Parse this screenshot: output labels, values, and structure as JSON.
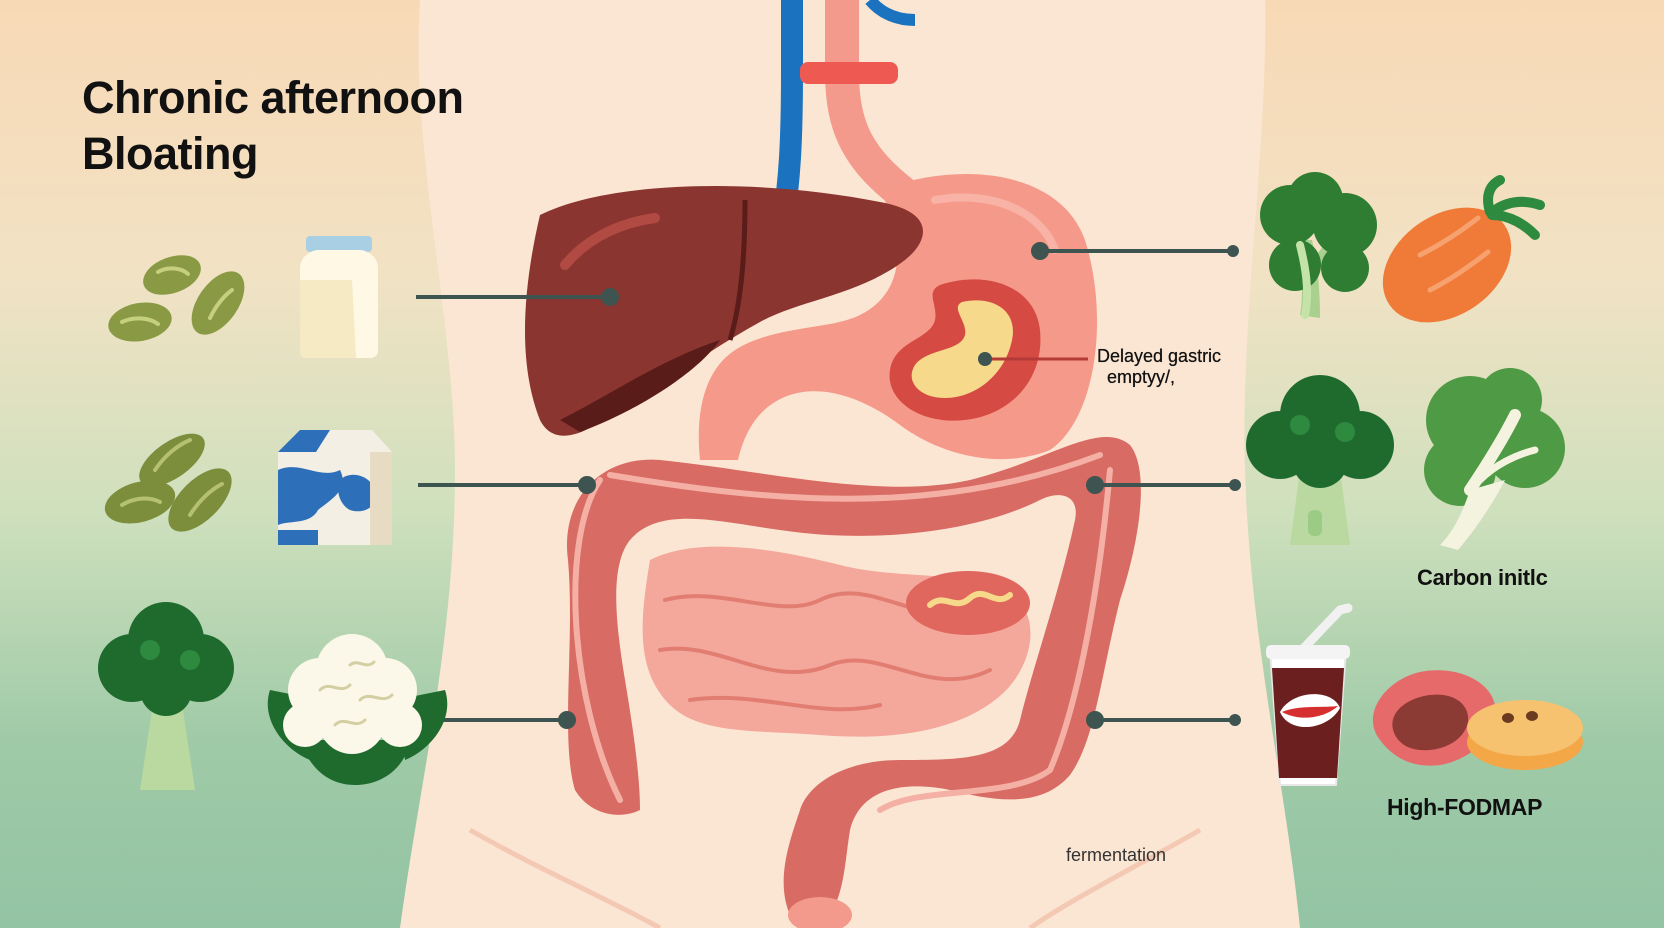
{
  "title": {
    "line1": "Chronic afternoon",
    "line2": "Bloating"
  },
  "labels": {
    "gastric_line1": "Delayed gastric",
    "gastric_line2": "emptyy/,",
    "carbonated": "Carbon initlc",
    "high_fodmap": "High-FODMAP",
    "fermentation": "fermentation"
  },
  "colors": {
    "liver": "#8b3530",
    "stomach": "#f59a8a",
    "colon": "#d86b64",
    "small_intestine": "#f4a79b",
    "vessel_blue": "#1b73c0",
    "leader_line": "#3d5450",
    "body_skin": "#fbe6d3"
  },
  "icons": [
    "beans-icon",
    "milk-bottle-icon",
    "beans-icon",
    "milk-carton-icon",
    "broccoli-icon",
    "cauliflower-icon",
    "broccoli-icon",
    "carrot-icon",
    "broccoli-icon",
    "bok-choy-icon",
    "soda-cup-icon",
    "fried-snack-icon"
  ]
}
